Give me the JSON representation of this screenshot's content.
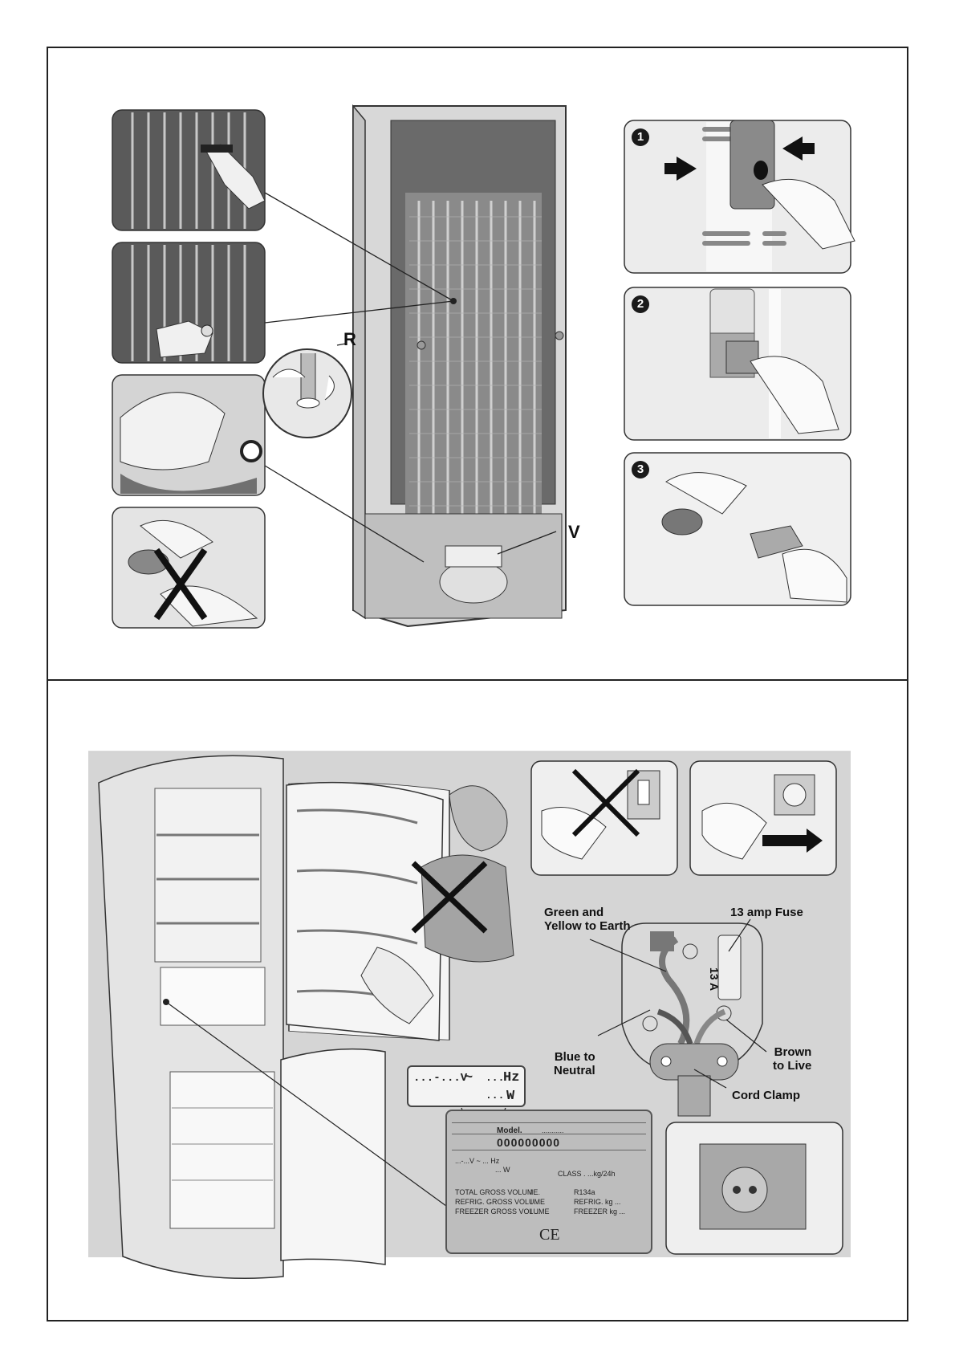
{
  "top_section": {
    "letter_r": "R",
    "letter_v": "V",
    "steps": [
      "1",
      "2",
      "3"
    ]
  },
  "plug_wiring": {
    "green_yellow": "Green and\nYellow to Earth",
    "fuse": "13 amp Fuse",
    "fuse_marking": "13 A",
    "blue": "Blue to\nNeutral",
    "brown": "Brown\nto Live",
    "clamp": "Cord Clamp"
  },
  "voltage_callout": {
    "volts": "...-...V",
    "tilde": "~",
    "hz_dots": "...",
    "hz": "Hz",
    "w_dots": "...",
    "w": "W"
  },
  "rating_plate": {
    "model_label": "Model.",
    "model_dots": "...........",
    "model_number": "000000000",
    "volt_line": "...-...V  ~  ...  Hz",
    "watt_line": "... W",
    "class_line": "CLASS   .     ...kg/24h",
    "rows": [
      {
        "label": "TOTAL GROSS VOLUME",
        "value": "l ...",
        "right": "R134a"
      },
      {
        "label": "REFRIG. GROSS VOLUME",
        "value": "l ...",
        "right": "REFRIG.   kg ..."
      },
      {
        "label": "FREEZER GROSS VOLUME",
        "value": "l ...",
        "right": "FREEZER  kg ..."
      }
    ],
    "ce_mark": "CE"
  }
}
